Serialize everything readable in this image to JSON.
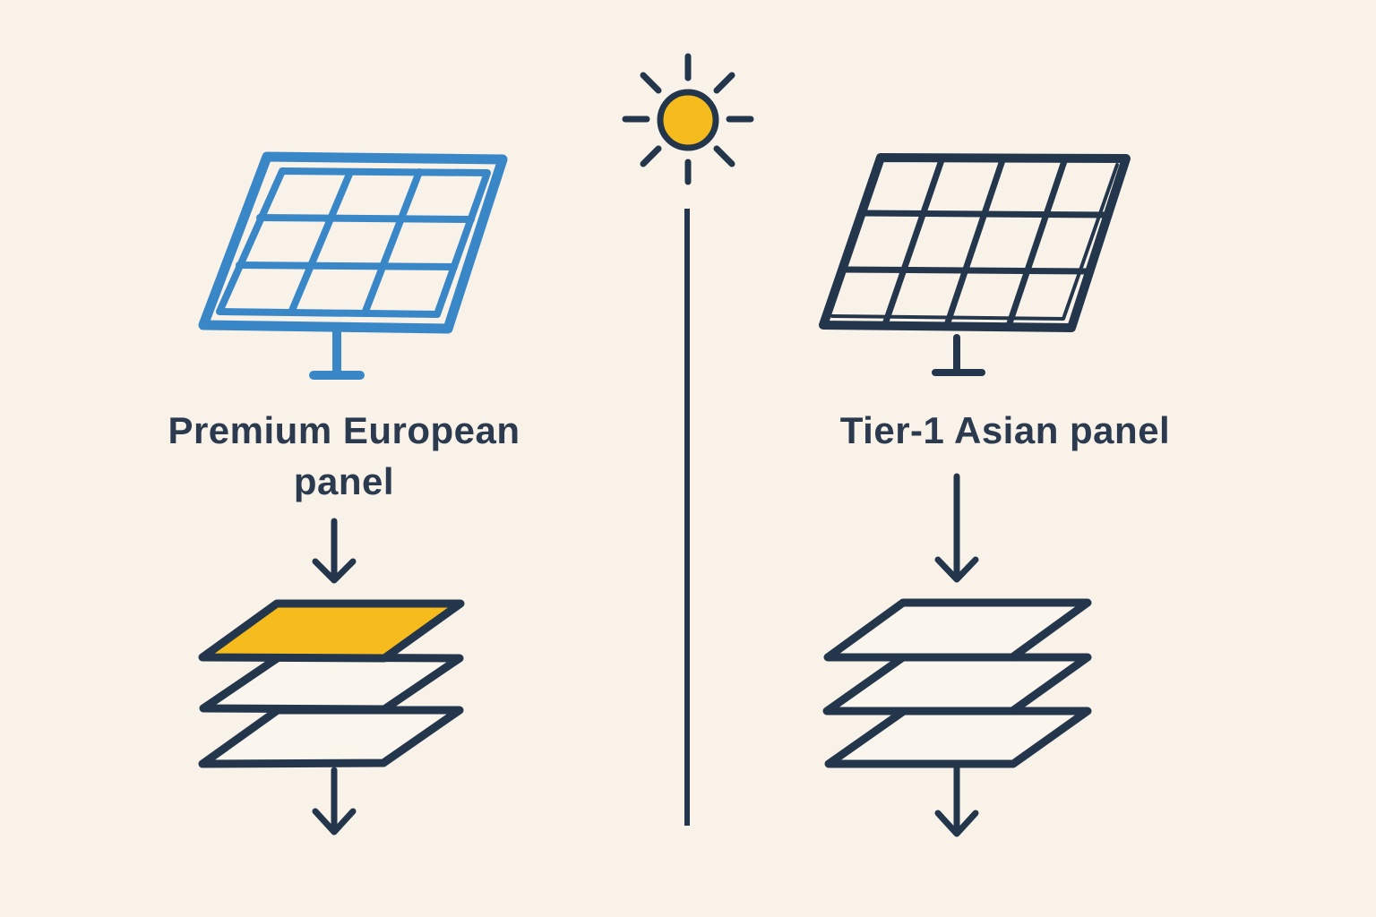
{
  "colors": {
    "background": "#F8F2E9",
    "navy": "#24364B",
    "blue": "#3A87C8",
    "yellow": "#F6BC1E",
    "text": "#2B3A4E",
    "layer_fill": "#FAF6EE"
  },
  "divider": {
    "icon": "sun-icon"
  },
  "left": {
    "icon": "solar-panel-icon",
    "panel_color_name": "blue",
    "label_line1": "Premium European",
    "label_line2": "panel",
    "stack": {
      "layer_count": 3,
      "top_layer_highlight": "#F6BC1E"
    },
    "arrow_icon": "down-arrow-icon"
  },
  "right": {
    "icon": "solar-panel-icon",
    "panel_color_name": "navy",
    "label": "Tier-1 Asian panel",
    "stack": {
      "layer_count": 3,
      "top_layer_highlight": null
    },
    "arrow_icon": "down-arrow-icon"
  }
}
